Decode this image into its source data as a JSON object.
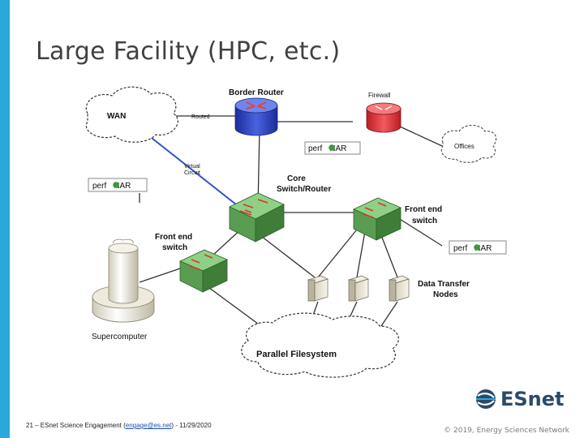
{
  "slide": {
    "title": "Large Facility (HPC, etc.)"
  },
  "diagram": {
    "labels": {
      "border_router": "Border Router",
      "firewall": "Firewall",
      "wan": "WAN",
      "routed": "Routed",
      "virtual_circuit_line1": "Virtual",
      "virtual_circuit_line2": "Circuit",
      "offices": "Offices",
      "core_line1": "Core",
      "core_line2": "Switch/Router",
      "frontend_right_line1": "Front end",
      "frontend_right_line2": "switch",
      "frontend_left_line1": "Front end",
      "frontend_left_line2": "switch",
      "dtn_line1": "Data Transfer",
      "dtn_line2": "Nodes",
      "supercomputer": "Supercomputer",
      "parallel_filesystem": "Parallel Filesystem"
    },
    "perfsonar": {
      "prefix": "perf",
      "suffix": "NAR"
    },
    "colors": {
      "router_blue": "#2f45c8",
      "firewall_red": "#e0343a",
      "switch_green": "#63a55c",
      "virtual_circuit_line": "#2f55c8",
      "perfsonar_dot": "#3a9a3a"
    }
  },
  "footer": {
    "left_prefix": "21 – ESnet Science Engagement (",
    "left_link": "engage@es.net",
    "left_suffix": ") - 11/29/2020",
    "right": "© 2019, Energy Sciences Network",
    "logo_text": "ESnet"
  }
}
